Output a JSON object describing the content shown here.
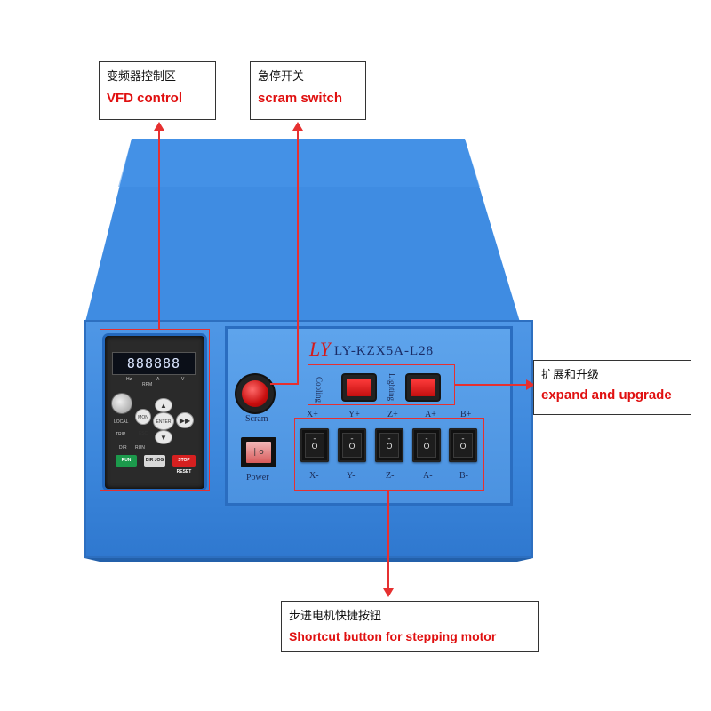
{
  "callouts": {
    "vfd": {
      "zh": "变频器控制区",
      "en": "VFD control"
    },
    "scram": {
      "zh": "急停开关",
      "en": "scram switch"
    },
    "expand": {
      "zh": "扩展和升级",
      "en": "expand and upgrade"
    },
    "stepper": {
      "zh": "步进电机快捷按钮",
      "en": "Shortcut button for stepping motor"
    }
  },
  "device": {
    "logo": "LY",
    "model": "LY-KZX5A-L28",
    "scram_label": "Scram",
    "power_label": "Power",
    "cooling_label": "Cooling",
    "lighting_label": "Lighting",
    "axes_plus": [
      "X+",
      "Y+",
      "Z+",
      "A+",
      "B+"
    ],
    "axes_minus": [
      "X-",
      "Y-",
      "Z-",
      "A-",
      "B-"
    ]
  },
  "vfd_panel": {
    "display": "888888",
    "indicators": [
      "Hz",
      "A",
      "V"
    ],
    "rpm": "RPM",
    "labels": {
      "local": "LOCAL",
      "trip": "TRIP",
      "dir": "DIR",
      "run_led": "RUN",
      "mon_esc": "MON ESC",
      "enter": "ENTER",
      "run_key": "RUN",
      "dir_jog": "DIR JOG",
      "stop_reset": "STOP RESET"
    }
  },
  "colors": {
    "case_blue": "#3b86db",
    "accent_red": "#e63030",
    "callout_red": "#e01010"
  }
}
